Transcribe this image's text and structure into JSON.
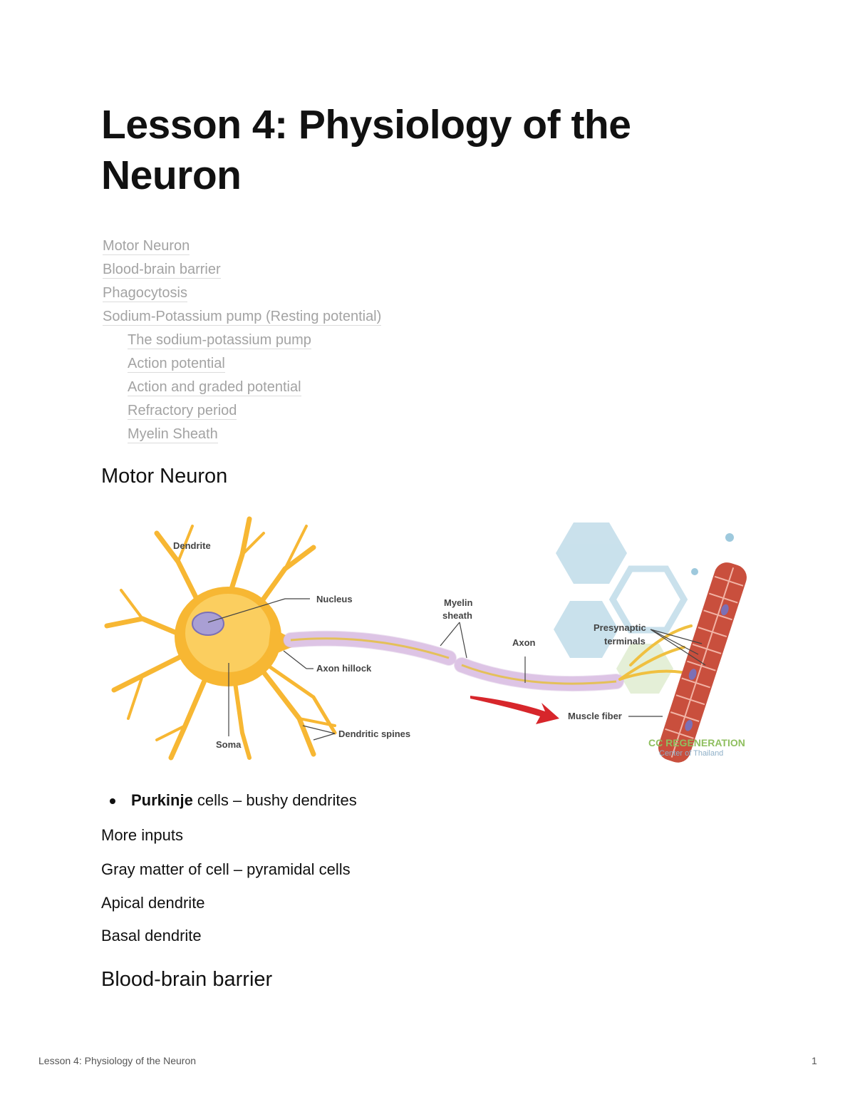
{
  "title": "Lesson 4: Physiology of the Neuron",
  "toc": [
    {
      "label": "Motor Neuron",
      "level": 1
    },
    {
      "label": "Blood-brain barrier",
      "level": 1
    },
    {
      "label": "Phagocytosis",
      "level": 1
    },
    {
      "label": "Sodium-Potassium pump (Resting potential)",
      "level": 1
    },
    {
      "label": "The sodium-potassium pump",
      "level": 2
    },
    {
      "label": "Action potential",
      "level": 2
    },
    {
      "label": "Action and graded potential",
      "level": 2
    },
    {
      "label": "Refractory period",
      "level": 2
    },
    {
      "label": "Myelin Sheath",
      "level": 2
    }
  ],
  "section1": {
    "heading": "Motor Neuron",
    "figure": {
      "labels": {
        "dendrite": "Dendrite",
        "nucleus": "Nucleus",
        "axon_hillock": "Axon hillock",
        "soma": "Soma",
        "dendritic_spines": "Dendritic spines",
        "myelin_sheath_1": "Myelin",
        "myelin_sheath_2": "sheath",
        "axon": "Axon",
        "presynaptic_1": "Presynaptic",
        "presynaptic_2": "terminals",
        "muscle_fiber": "Muscle fiber",
        "watermark_1": "CC REGENERATION",
        "watermark_2": "Center of Thailand"
      },
      "colors": {
        "soma": "#f7b733",
        "myelin": "#e8d3ee",
        "muscle": "#c94f3d",
        "arrow": "#d7262b",
        "hex": "#9ec9dd"
      }
    },
    "bullet": {
      "bold": "Purkinje",
      "rest": " cells – bushy dendrites"
    },
    "paragraphs": [
      "More inputs",
      "Gray matter of cell – pyramidal cells",
      "Apical dendrite",
      "Basal dendrite"
    ]
  },
  "section2": {
    "heading": "Blood-brain barrier"
  },
  "footer": {
    "title": "Lesson 4: Physiology of the Neuron",
    "page": "1"
  }
}
